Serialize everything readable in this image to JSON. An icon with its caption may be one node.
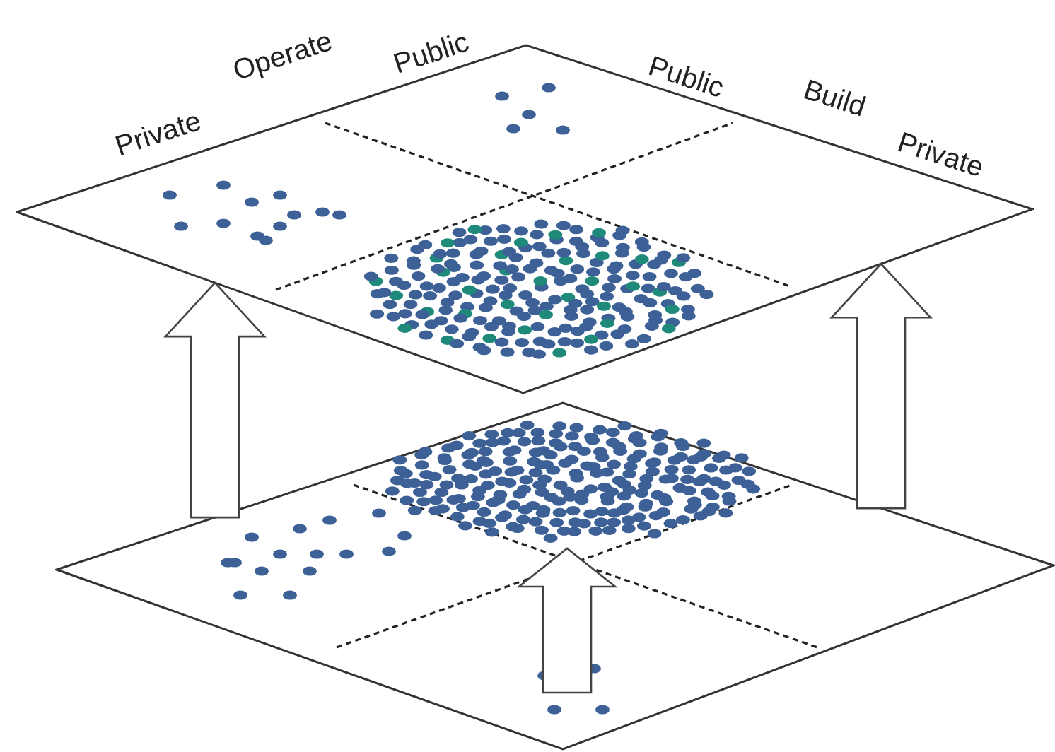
{
  "diagram": {
    "nodes": [
      {
        "text": [],
        "shape": "diamond"
      },
      {
        "text": [],
        "shape": "diamond"
      }
    ],
    "edges": [
      {
        "from": 1,
        "to": 0,
        "arrow": "to"
      },
      {
        "from": 1,
        "to": 0,
        "arrow": "to"
      }
    ],
    "labels": [
      "Private",
      "Operate",
      "Public",
      "Public",
      "Build",
      "Private"
    ]
  }
}
